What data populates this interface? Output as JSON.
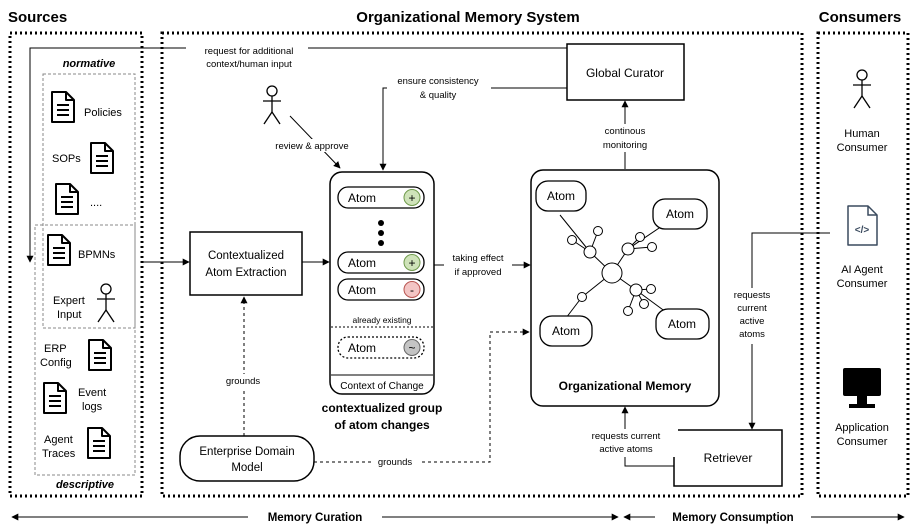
{
  "headers": {
    "sources": "Sources",
    "system": "Organizational Memory System",
    "consumers": "Consumers"
  },
  "sources": {
    "normative_label": "normative",
    "descriptive_label": "descriptive",
    "policies": "Policies",
    "sops": "SOPs",
    "ellipsis": "....",
    "bpmns": "BPMNs",
    "expert_line1": "Expert",
    "expert_line2": "Input",
    "erp_line1": "ERP",
    "erp_line2": "Config",
    "event_line1": "Event",
    "event_line2": "logs",
    "agent_line1": "Agent",
    "agent_line2": "Traces"
  },
  "system": {
    "request_line1": "request for additional",
    "request_line2": "context/human input",
    "global_curator": "Global Curator",
    "ensure_line1": "ensure consistency",
    "ensure_line2": "& quality",
    "review": "review & approve",
    "extraction_line1": "Contextualized",
    "extraction_line2": "Atom Extraction",
    "atom": "Atom",
    "plus": "+",
    "minus": "-",
    "tilde": "~",
    "already_existing": "already existing",
    "context_of_change": "Context of Change",
    "group_line1": "contextualized group",
    "group_line2": "of atom changes",
    "taking_line1": "taking effect",
    "taking_line2": "if approved",
    "monitoring_line1": "continous",
    "monitoring_line2": "monitoring",
    "org_memory": "Organizational Memory",
    "grounds": "grounds",
    "domain_line1": "Enterprise Domain",
    "domain_line2": "Model",
    "grounds2": "grounds",
    "requests_line1": "requests current",
    "requests_line2": "active atoms",
    "retriever": "Retriever",
    "req_c1": "requests",
    "req_c2": "current",
    "req_c3": "active",
    "req_c4": "atoms"
  },
  "consumers": {
    "human_line1": "Human",
    "human_line2": "Consumer",
    "ai_line1": "AI Agent",
    "ai_line2": "Consumer",
    "app_line1": "Application",
    "app_line2": "Consumer",
    "code_glyph": "</>"
  },
  "footer": {
    "curation": "Memory Curation",
    "consumption": "Memory Consumption"
  },
  "colors": {
    "plus_fill": "#cfe3b9",
    "plus_stroke": "#6f9a4b",
    "minus_fill": "#f3c5c4",
    "minus_stroke": "#b85450",
    "tilde_fill": "#c4c4c4",
    "tilde_stroke": "#666666"
  },
  "icons": [
    "document-icon",
    "person-icon",
    "code-file-icon",
    "monitor-icon"
  ]
}
